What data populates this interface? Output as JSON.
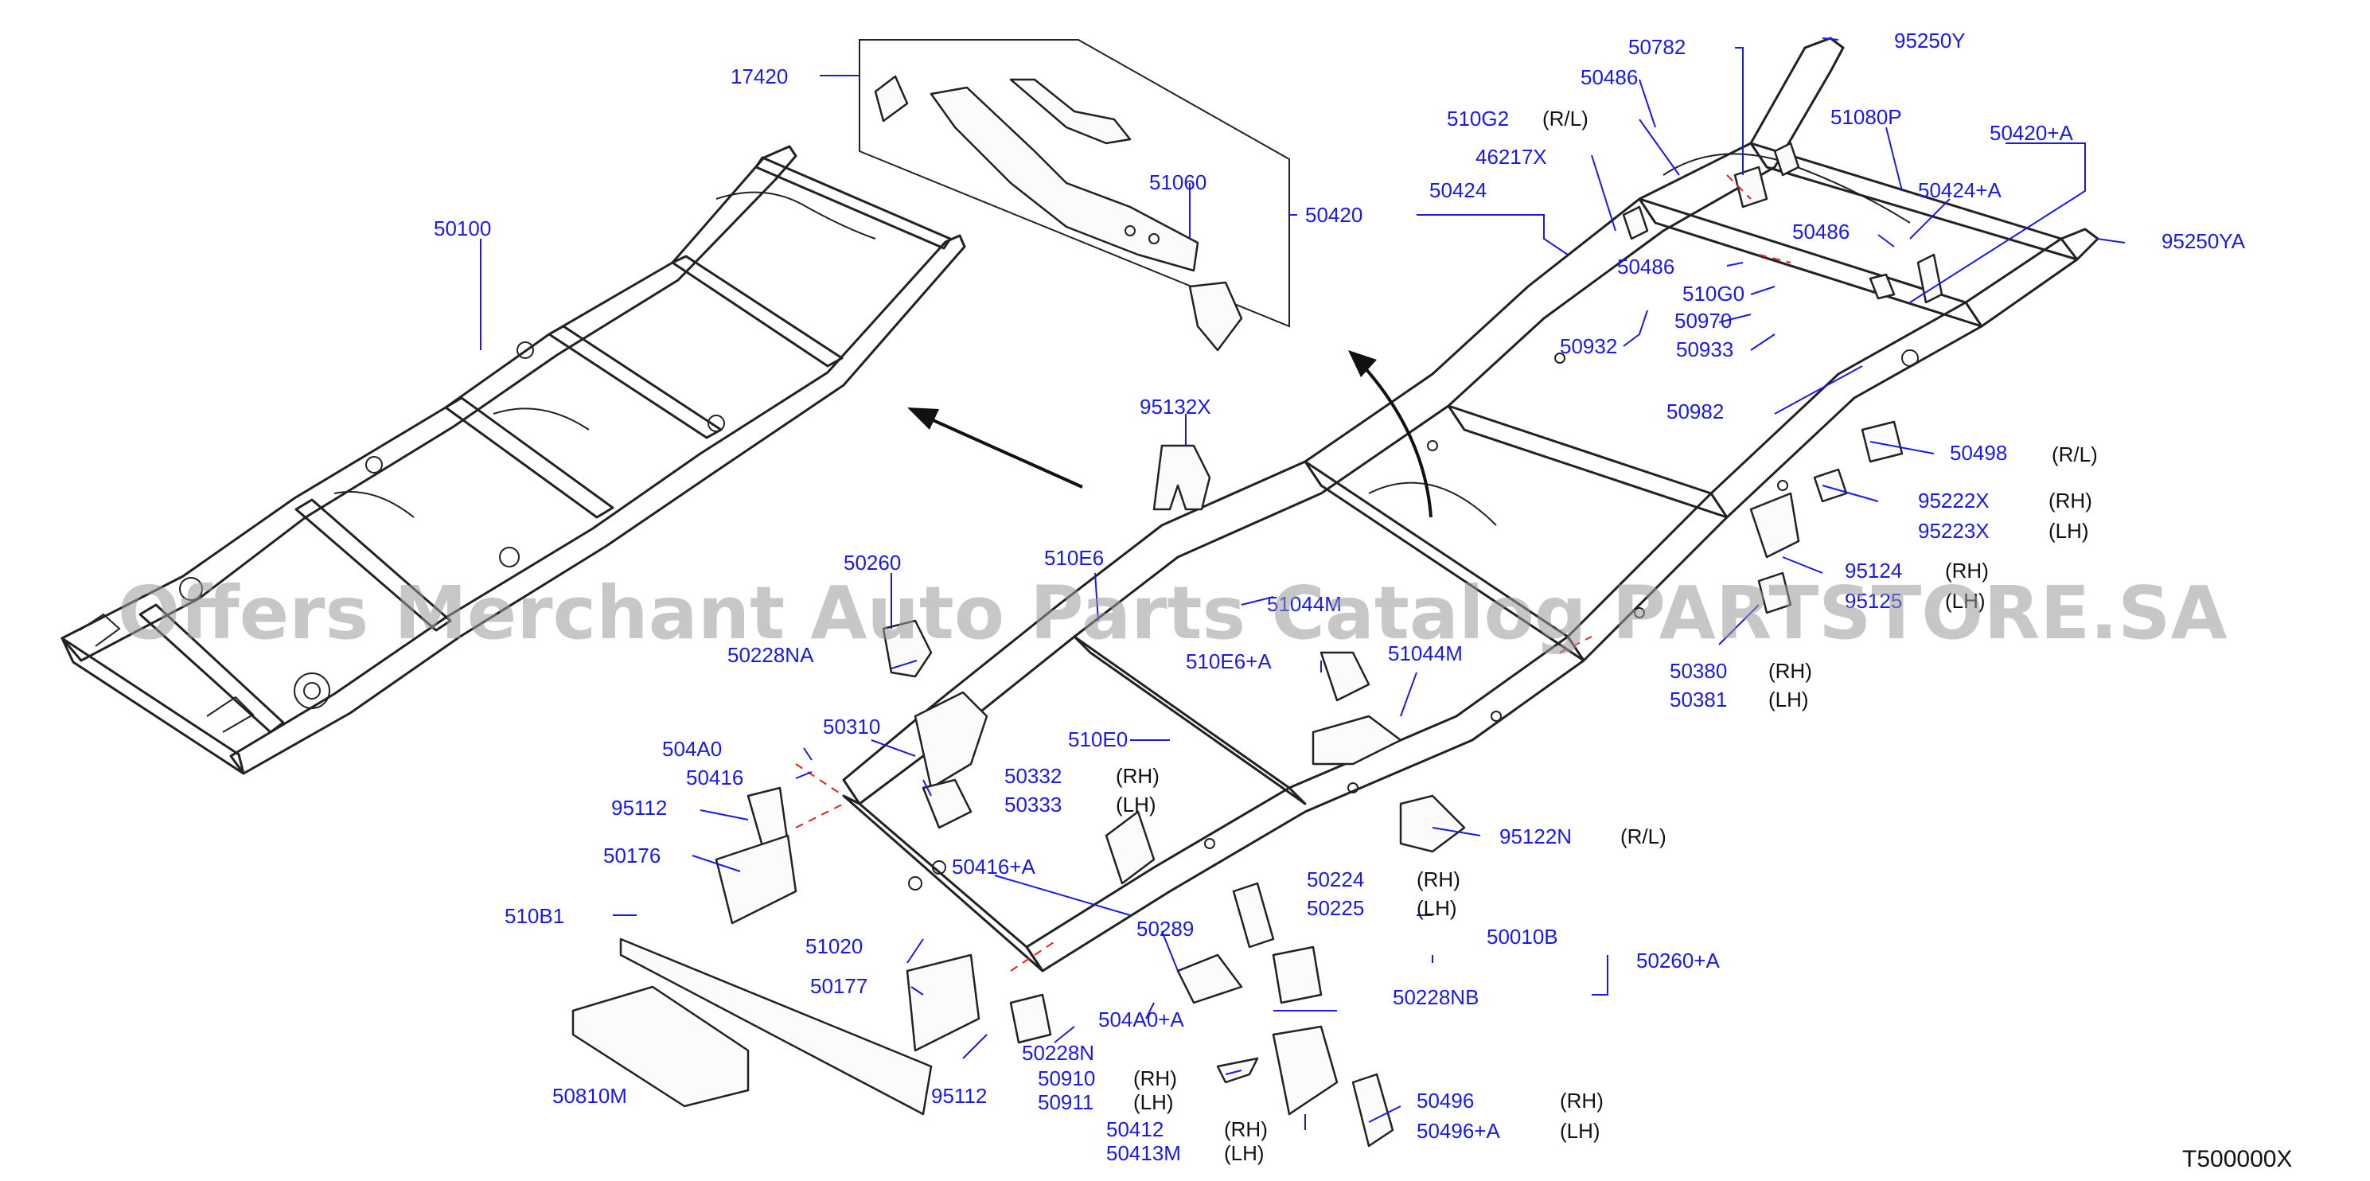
{
  "labels": {
    "p17420": "17420",
    "p50100": "50100",
    "p51060": "51060",
    "p50420": "50420",
    "p95132X": "95132X",
    "p50260": "50260",
    "p510E6": "510E6",
    "p51044M_a": "51044M",
    "p50228NA": "50228NA",
    "p510E6A": "510E6+A",
    "p51044M_b": "51044M",
    "p504A0": "504A0",
    "p50310": "50310",
    "p510E0": "510E0",
    "p50416": "50416",
    "p50332": "50332",
    "p50333": "50333",
    "p95112_a": "95112",
    "p50176": "50176",
    "p50416A": "50416+A",
    "p510B1": "510B1",
    "p51020": "51020",
    "p50289": "50289",
    "p50177": "50177",
    "p504A0A": "504A0+A",
    "p50228N": "50228N",
    "p95112_b": "95112",
    "p50910": "50910",
    "p50911": "50911",
    "p50412": "50412",
    "p50413M": "50413M",
    "p50810M": "50810M",
    "p50224": "50224",
    "p50225": "50225",
    "p50010B": "50010B",
    "p50260A": "50260+A",
    "p50228NB": "50228NB",
    "p50496": "50496",
    "p50496A": "50496+A",
    "p95122N": "95122N",
    "p50380": "50380",
    "p50381": "50381",
    "p95124": "95124",
    "p95125": "95125",
    "p95222X": "95222X",
    "p95223X": "95223X",
    "p50498": "50498",
    "p50982": "50982",
    "p50933": "50933",
    "p50970": "50970",
    "p510G0": "510G0",
    "p50486_a": "50486",
    "p50486_b": "50486",
    "p50486_c": "50486",
    "p50932": "50932",
    "p50424": "50424",
    "p46217X": "46217X",
    "p510G2": "510G2",
    "p50782": "50782",
    "p95250Y": "95250Y",
    "p51080P": "51080P",
    "p50420A": "50420+A",
    "p50424A": "50424+A",
    "p95250YA": "95250YA"
  },
  "notes": {
    "rh": "(RH)",
    "lh": "(LH)",
    "rl": "(R/L)",
    "lh_partial": "(LH)"
  },
  "diagram_code": "T500000X",
  "watermark": "Offers Merchant Auto Parts Catalog PARTSTORE.SA"
}
